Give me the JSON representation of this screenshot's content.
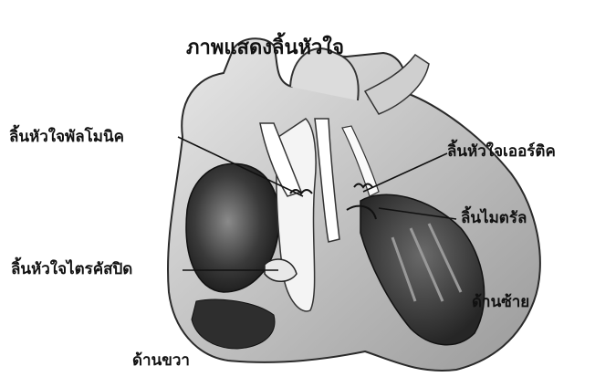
{
  "title": "ภาพแสดงลิ้นหัวใจ",
  "labels": {
    "pulmonary_valve": "ลิ้นหัวใจพัลโมนิค",
    "aortic_valve": "ลิ้นหัวใจเออร์ติค",
    "mitral_valve": "ลิ้นไมตรัล",
    "tricuspid_valve": "ลิ้นหัวใจไตรคัสปิด",
    "left_side": "ด้านซ้าย",
    "right_side": "ด้านขวา"
  }
}
